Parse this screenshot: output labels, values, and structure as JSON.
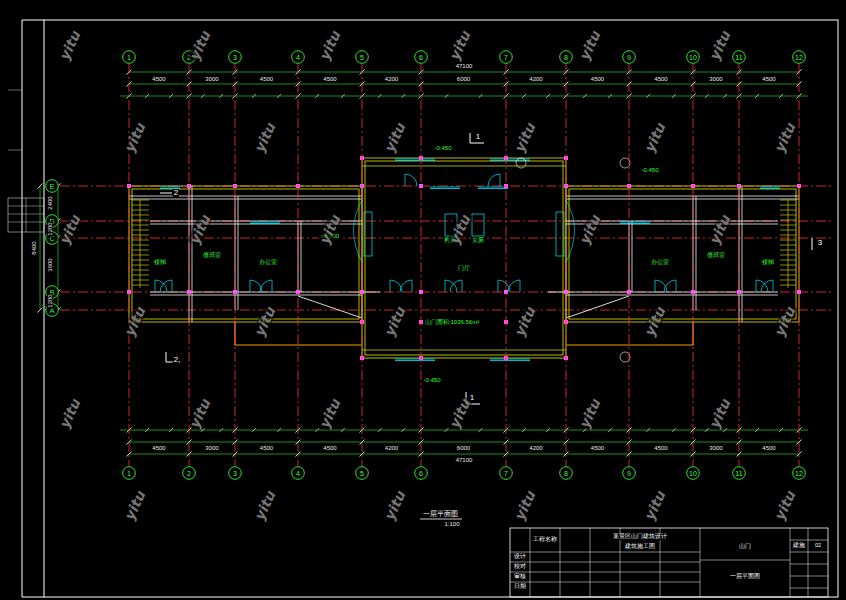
{
  "diagram": {
    "nodes": [
      {
        "text": [
          "1"
        ]
      },
      {
        "text": [
          "2"
        ]
      },
      {
        "text": [
          "3"
        ]
      },
      {
        "text": [
          "4"
        ]
      },
      {
        "text": [
          "5"
        ]
      },
      {
        "text": [
          "6"
        ]
      },
      {
        "text": [
          "7"
        ]
      },
      {
        "text": [
          "8"
        ]
      },
      {
        "text": [
          "9"
        ]
      },
      {
        "text": [
          "10"
        ]
      },
      {
        "text": [
          "11"
        ]
      },
      {
        "text": [
          "12"
        ]
      },
      {
        "text": [
          "E"
        ]
      },
      {
        "text": [
          "D"
        ]
      },
      {
        "text": [
          "C"
        ]
      },
      {
        "text": [
          "B"
        ]
      },
      {
        "text": [
          "A"
        ]
      },
      {
        "text": [
          "1"
        ]
      },
      {
        "text": [
          "2"
        ]
      },
      {
        "text": [
          "3"
        ]
      },
      {
        "text": [
          "4"
        ]
      },
      {
        "text": [
          "5"
        ]
      },
      {
        "text": [
          "6"
        ]
      },
      {
        "text": [
          "7"
        ]
      },
      {
        "text": [
          "8"
        ]
      },
      {
        "text": [
          "9"
        ]
      },
      {
        "text": [
          "10"
        ]
      },
      {
        "text": [
          "11"
        ]
      },
      {
        "text": [
          "12"
        ]
      }
    ],
    "edges": [
      {
        "from": 0,
        "to": 17,
        "arrow": "none"
      },
      {
        "from": 1,
        "to": 18,
        "arrow": "none"
      },
      {
        "from": 2,
        "to": 19,
        "arrow": "none"
      },
      {
        "from": 3,
        "to": 20,
        "arrow": "none"
      },
      {
        "from": 4,
        "to": 21,
        "arrow": "none"
      },
      {
        "from": 5,
        "to": 22,
        "arrow": "none"
      },
      {
        "from": 6,
        "to": 23,
        "arrow": "none"
      },
      {
        "from": 7,
        "to": 24,
        "arrow": "none"
      },
      {
        "from": 8,
        "to": 25,
        "arrow": "none"
      },
      {
        "from": 9,
        "to": 26,
        "arrow": "none"
      },
      {
        "from": 10,
        "to": 27,
        "arrow": "none"
      },
      {
        "from": 11,
        "to": 28,
        "arrow": "none"
      }
    ],
    "labels": [
      "47100",
      "4500",
      "3000",
      "4500",
      "4500",
      "4200",
      "6000",
      "4200",
      "4500",
      "4500",
      "3000",
      "4500",
      "47100",
      "4500",
      "3000",
      "4500",
      "4500",
      "4200",
      "6000",
      "4200",
      "4500",
      "4500",
      "3000",
      "4500",
      "一层平面图",
      "1:100",
      "山门面积:1036.56m²",
      "±0.000",
      "-0.450",
      "-0.450",
      "-0.450",
      "1",
      "1",
      "2",
      "2",
      "3",
      "8400",
      "2400",
      "1200",
      "3600",
      "1200",
      "男厕",
      "女厕",
      "门厅",
      "值班室",
      "办公室",
      "办公室",
      "值班室",
      "楼梯",
      "楼梯",
      "工程名称",
      "某景区山门建筑设计",
      "建筑施工图",
      "设计",
      "校对",
      "审核",
      "日期",
      "山门",
      "一层平面图",
      "建施",
      "02",
      "yitu",
      "yitu",
      "yitu",
      "yitu",
      "yitu",
      "yitu",
      "yitu",
      "yitu",
      "yitu",
      "yitu",
      "yitu",
      "yitu",
      "yitu",
      "yitu",
      "yitu",
      "yitu",
      "yitu",
      "yitu",
      "yitu",
      "yitu",
      "yitu",
      "yitu",
      "yitu",
      "yitu",
      "yitu",
      "yitu",
      "yitu",
      "yitu",
      "yitu",
      "yitu",
      "yitu",
      "yitu",
      "yitu",
      "yitu",
      "yitu",
      "yitu"
    ]
  }
}
